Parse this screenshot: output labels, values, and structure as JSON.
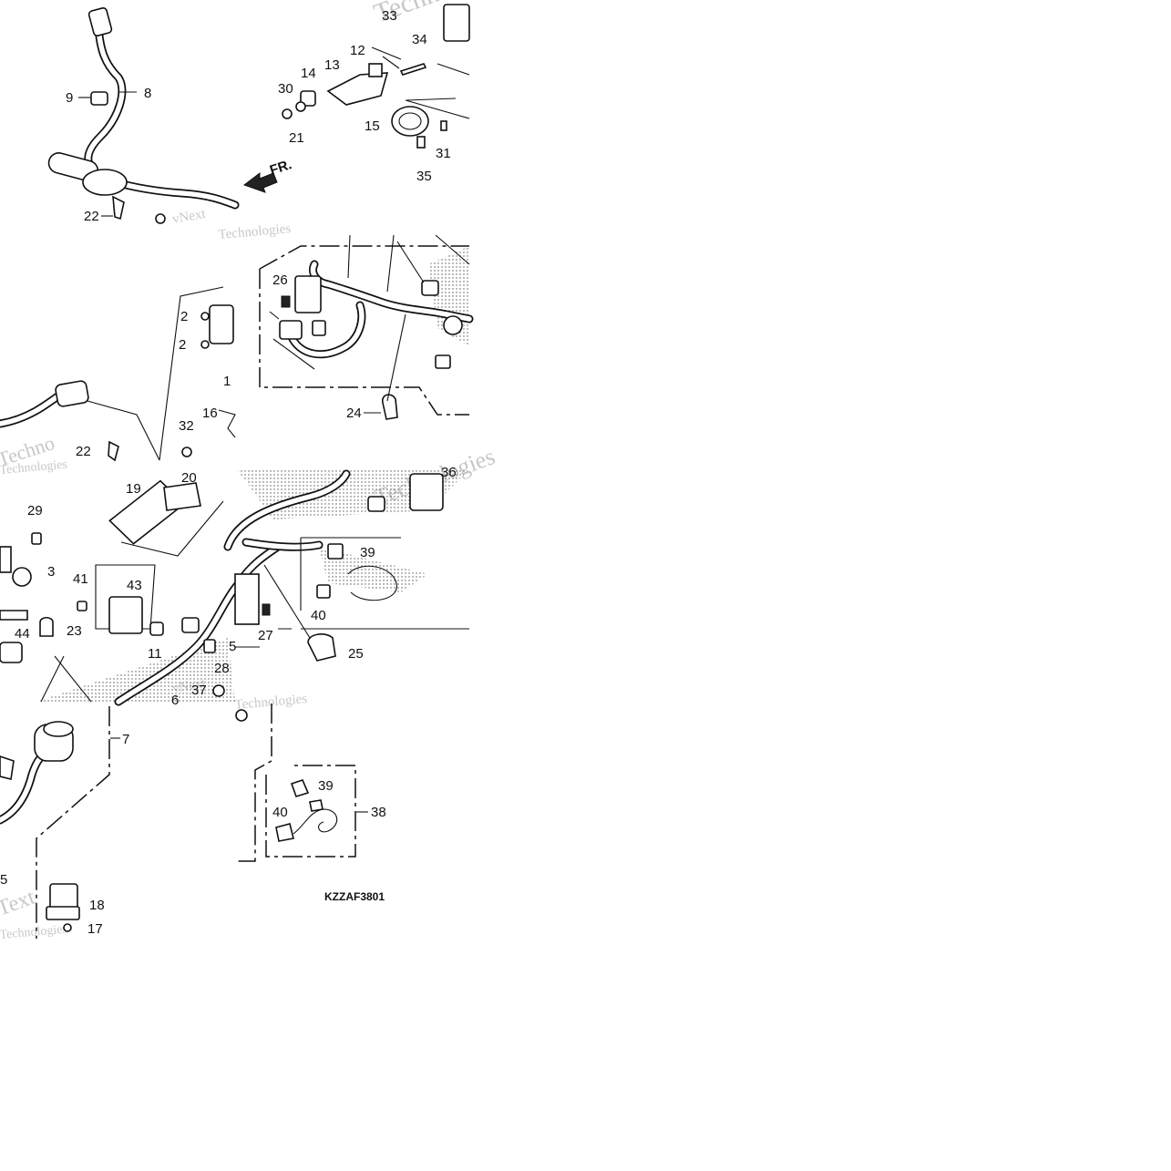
{
  "diagram": {
    "code": "KZZAF3801",
    "front_label": "FR.",
    "watermark": [
      "vNext",
      "Technologies",
      "Techno",
      "Text"
    ],
    "callouts": [
      "1",
      "2",
      "3",
      "5",
      "6",
      "7",
      "8",
      "9",
      "11",
      "12",
      "13",
      "14",
      "15",
      "16",
      "17",
      "18",
      "19",
      "20",
      "21",
      "22",
      "23",
      "24",
      "25",
      "26",
      "27",
      "28",
      "29",
      "30",
      "31",
      "32",
      "33",
      "34",
      "35",
      "36",
      "37",
      "38",
      "39",
      "40",
      "41",
      "43",
      "44"
    ]
  }
}
